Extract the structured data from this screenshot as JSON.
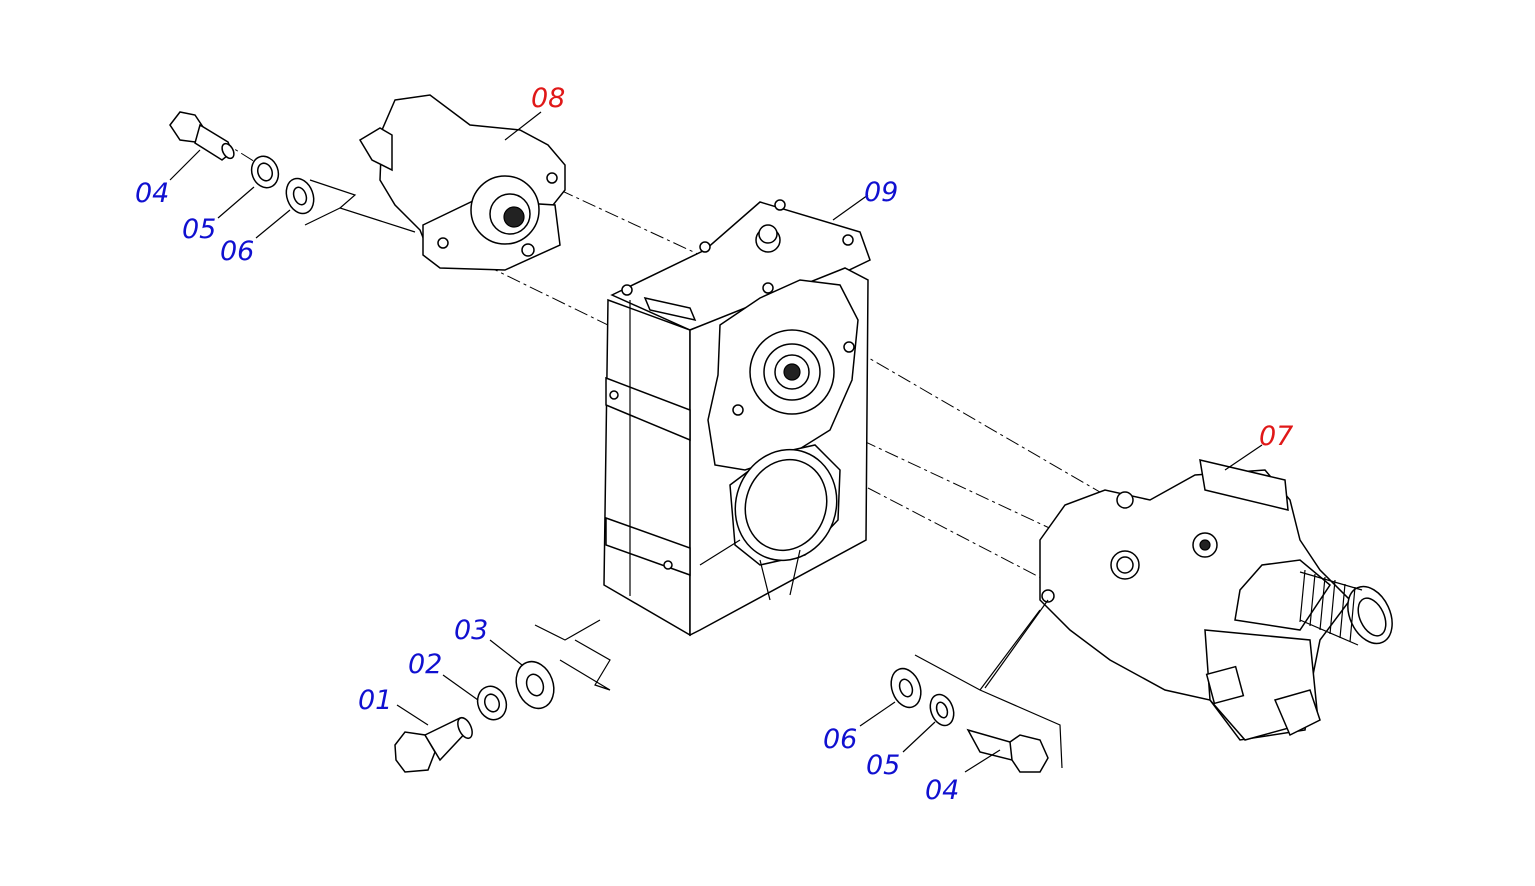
{
  "labels": {
    "l01": "01",
    "l02": "02",
    "l03": "03",
    "l04a": "04",
    "l05a": "05",
    "l06a": "06",
    "l04b": "04",
    "l05b": "05",
    "l06b": "06",
    "l07": "07",
    "l08": "08",
    "l09": "09"
  },
  "colors": {
    "standard_part_label": "#1010d0",
    "highlighted_part_label": "#e01818"
  }
}
